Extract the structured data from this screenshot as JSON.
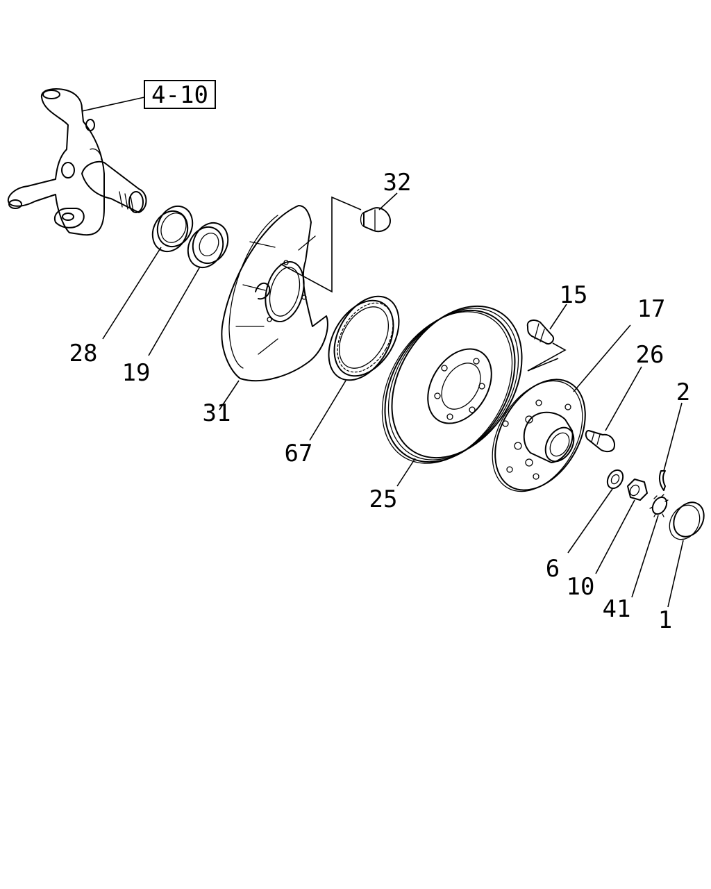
{
  "reference_box": {
    "text": "4-10"
  },
  "callouts": [
    {
      "id": "28",
      "text": "28"
    },
    {
      "id": "19",
      "text": "19"
    },
    {
      "id": "32",
      "text": "32"
    },
    {
      "id": "31",
      "text": "31"
    },
    {
      "id": "67",
      "text": "67"
    },
    {
      "id": "25",
      "text": "25"
    },
    {
      "id": "15",
      "text": "15"
    },
    {
      "id": "17",
      "text": "17"
    },
    {
      "id": "26",
      "text": "26"
    },
    {
      "id": "2",
      "text": "2"
    },
    {
      "id": "6",
      "text": "6"
    },
    {
      "id": "10",
      "text": "10"
    },
    {
      "id": "41",
      "text": "41"
    },
    {
      "id": "1",
      "text": "1"
    }
  ],
  "colors": {
    "line": "#000000",
    "background": "#ffffff"
  }
}
